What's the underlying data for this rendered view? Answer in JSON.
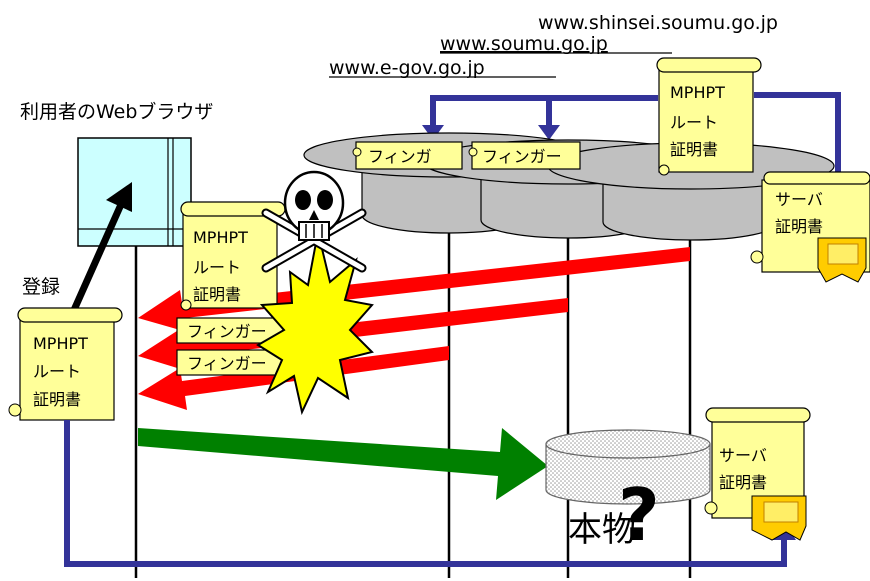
{
  "urls": {
    "shinsei": "www.shinsei.soumu.go.jp",
    "soumu": "www.soumu.go.jp",
    "egov": "www.e-gov.go.jp"
  },
  "labels": {
    "browser": "利用者のWebブラウザ",
    "register": "登録",
    "genuine": "本物"
  },
  "question_mark": "?",
  "scrolls": {
    "mphpt_line1": "MPHPT",
    "mphpt_line2": "ルート",
    "mphpt_line3": "証明書",
    "server_line1": "サーバ",
    "server_line2": "証明書",
    "fingerprint": "フィンガー",
    "fingerprint_short": "フィンガ",
    "fingerprint_tab": "フィンガー"
  },
  "colors": {
    "scroll_fill": "#ffff99",
    "server_disk": "#c0c0c0",
    "browser_fill": "#ccffff",
    "attack_arrow": "#ff0000",
    "genuine_arrow": "#008000",
    "link_line": "#333399",
    "explosion": "#ffff00"
  }
}
